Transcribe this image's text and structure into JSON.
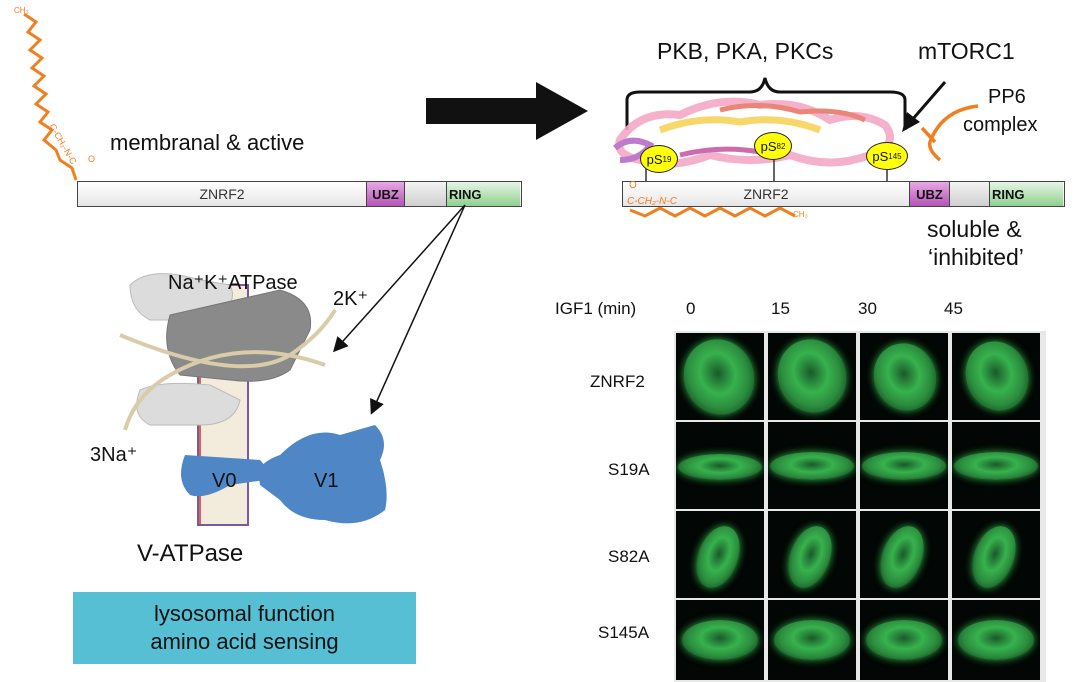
{
  "left": {
    "state_label": "membranal  & active",
    "protein_name": "ZNRF2",
    "ubz": "UBZ",
    "ring": "RING",
    "linker": "C-CH₂-N-C",
    "methyl": "CH₃",
    "oxygen": "O"
  },
  "pumps": {
    "na_k_atpase": "Na⁺K⁺ATPase",
    "k_ion": "2K⁺",
    "na_ion": "3Na⁺",
    "v0": "V0",
    "v1": "V1",
    "v_atpase": "V-ATPase",
    "function_line1": "lysosomal function",
    "function_line2": "amino acid sensing"
  },
  "right": {
    "kinases": "PKB, PKA, PKCs",
    "mtorc1": "mTORC1",
    "pp6_line1": "PP6",
    "pp6_line2": "complex",
    "protein_name": "ZNRF2",
    "ubz": "UBZ",
    "ring": "RING",
    "ps19": "pS",
    "ps19_sub": "19",
    "ps82": "pS",
    "ps82_sub": "82",
    "ps145": "pS",
    "ps145_sub": "145",
    "linker": "C-CH₂-N-C",
    "methyl": "CH₃",
    "oxygen": "O",
    "state_line1": "soluble &",
    "state_line2": "‘inhibited’"
  },
  "microscopy": {
    "time_header": "IGF1 (min)",
    "timepoints": [
      "0",
      "15",
      "30",
      "45"
    ],
    "rows": [
      "ZNRF2",
      "S19A",
      "S82A",
      "S145A"
    ]
  },
  "colors": {
    "lipid": "#f07f20",
    "ubz": "#b455b4",
    "ring": "#8fd08f",
    "v_atpase": "#4f86c6",
    "function_box": "#56bfd3",
    "phospho": "#ffff0a",
    "gfp": "#37b24d"
  }
}
